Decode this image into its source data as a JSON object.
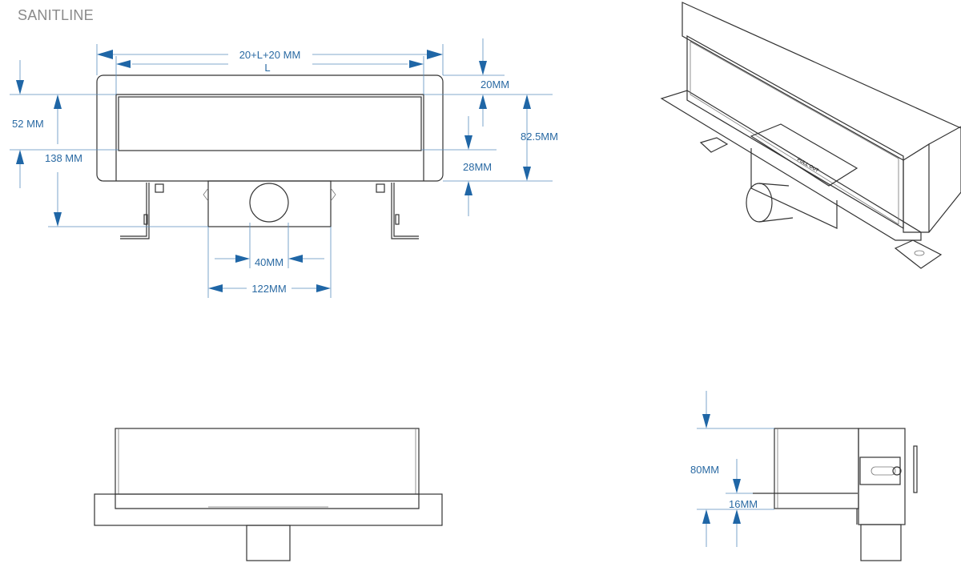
{
  "brand": "SANITLINE",
  "colors": {
    "dimension": "#2a6aa3",
    "outline": "#333333"
  },
  "front_view": {
    "overall_width": "20+L+20 MM",
    "length": "L",
    "height_total": "138 MM",
    "grate_height": "52 MM",
    "top_margin": "20MM",
    "body_height": "82.5MM",
    "bottom_margin": "28MM",
    "outlet_diameter": "40MM",
    "sump_width": "122MM"
  },
  "iso_view": {
    "label": "PULL OUT"
  },
  "side_view": {
    "height": "80MM",
    "flange": "16MM"
  }
}
